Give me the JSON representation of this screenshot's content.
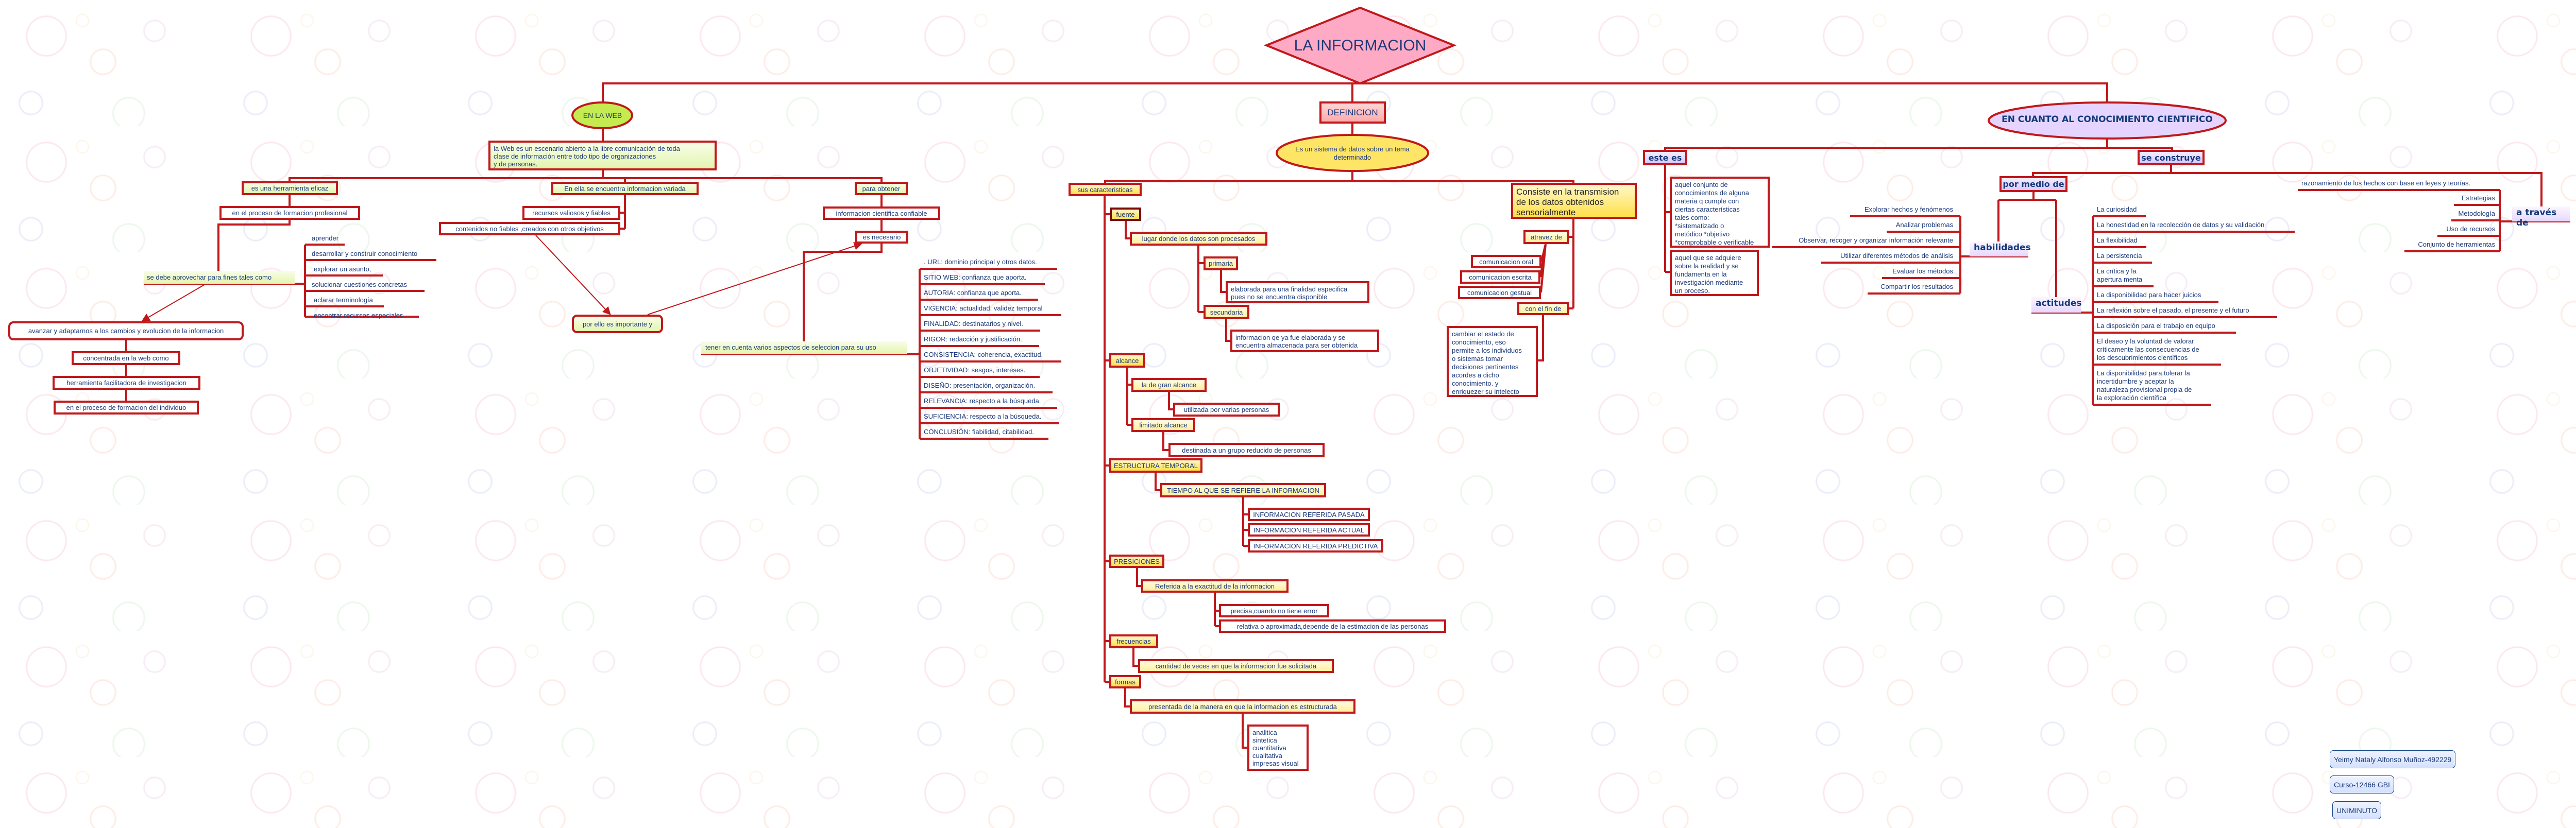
{
  "colors": {
    "connector": "#c0181b",
    "text": "#1c3a7c",
    "root_fill": "#ff9ab8",
    "web_fill": "#b8e830",
    "definition_fill": "#ffd800",
    "science_fill": "#d8c0ff"
  },
  "root": {
    "title": "LA INFORMACION"
  },
  "web": {
    "title": "EN LA WEB",
    "description": " la Web es un escenario abierto a la libre comunicación de toda\nclase de información entre todo tipo de organizaciones\ny de personas.",
    "herramienta": "es una herramienta eficaz",
    "proceso_profesional": "en el proceso de formacion profesional",
    "aprovechar": "se debe aprovechar para fines tales como",
    "fines": [
      "aprender",
      "desarrollar y construir conocimiento",
      "explorar un asunto,",
      "solucionar cuestiones concretas",
      "aclarar terminología",
      "encontrar recursos especiales"
    ],
    "avanzar": "avanzar y adaptarnos a los cambios y evolucion de la informacion",
    "concentrada": "concentrada en la web como",
    "facilitadora": "herramienta facilitadora de investigacion",
    "proceso_individuo": "en el proceso de formacion del individuo",
    "variada": "En ella se encuentra informacion variada",
    "recursos": "recursos valiosos y fiables",
    "no_fiables": "contenidos no fiables ,creados con otros objetivos",
    "por_ello": "por ello es importante y",
    "para_obtener": "para obtener",
    "confiable": "informacion cientifica  confiable",
    "necesario": "es necesario",
    "tener_en_cuenta": "tener en cuenta varios aspectos de seleccion para su uso",
    "criterios": [
      ". URL: dominio principal y otros datos.",
      "SITIO WEB: confianza que aporta.",
      "AUTORIA: confianza que aporta.",
      "VIGENCIA: actualidad, validez temporal",
      "FINALIDAD: destinatarios y nivel.",
      "RIGOR: redacción y justificación.",
      "CONSISTENCIA: coherencia, exactitud.",
      "OBJETIVIDAD: sesgos, intereses.",
      "DISEÑO: presentación, organización.",
      "RELEVANCIA: respecto a la búsqueda.",
      "SUFICIENCIA: respecto a la búsqueda.",
      "CONCLUSIÓN: fiabilidad, citabilidad."
    ]
  },
  "definicion": {
    "title": "DEFINICION",
    "text": "Es un sistema de datos sobre un tema\ndeterminado",
    "caracteristicas": "sus caracteristicas",
    "fuente": "fuente",
    "lugar": "lugar donde los datos son procesados",
    "primaria": "primaria",
    "primaria_desc": "elaborada para una finalidad especifica\npues no se encuentra disponible",
    "secundaria": "secundaria",
    "secundaria_desc": "informacion qe ya fue elaborada y se\nencuentra almacenada para ser obtenida",
    "alcance": "alcance",
    "gran_alcance": "la de gran alcance",
    "gran_desc": "utilizada por varias personas",
    "limitado": "limitado alcance",
    "limitado_desc": "destinada a un grupo reducido de personas",
    "estructura": "ESTRUCTURA TEMPORAL",
    "tiempo": "TIEMPO AL QUE SE REFIERE LA INFORMACION",
    "tiempos": [
      "INFORMACION REFERIDA PASADA",
      "INFORMACION REFERIDA ACTUAL",
      "INFORMACION REFERIDA PREDICTIVA"
    ],
    "presiciones": "PRESICIONES",
    "exactitud": "Referida a la exactitud de la informacion",
    "precisa": "precisa,cuando no tiene error",
    "relativa": "relativa o aproximada,depende de la estimacion de las personas",
    "frecuencias": "frecuencias",
    "cantidad": "cantidad de veces en que la informacion fue solicitada",
    "formas": "formas",
    "presentada": "presentada de la manera en que la informacion es estructurada",
    "tipos_formas": "analitica\nsintetica\ncuantitativa\ncualitativa\nimpresas visual",
    "consiste": "Consiste en la transmision\nde los datos obtenidos\nsensorialmente",
    "atravez": "atravez de",
    "comunicaciones": [
      "comunicacion oral",
      "comunicacion escrita",
      "comunicacion gestual"
    ],
    "fin": "con el fin de",
    "fin_desc": "cambiar el estado de\nconocimiento, eso\npermite a los individuos\no sistemas tomar\ndecisiones pertinentes\nacordes a dicho\nconocimiento. y\nenriquezer su intelecto"
  },
  "cientifico": {
    "title": "EN CUANTO AL CONOCIMIENTO CIENTIFICO",
    "este_es": "este es",
    "def1": " aquel conjunto de\nconocimientos de alguna\nmateria q cumple con\nciertas características\ntales como:\n*sistematizado o\nmetódico *objetivo\n*comprobable o verificable",
    "def2": " aquel que se adquiere\nsobre la realidad y se\nfundamenta en la\ninvestigación mediante\nun proceso.",
    "se_construye": "se construye",
    "por_medio": "por medio de",
    "habilidades": "habilidades",
    "habilidades_items": [
      "Explorar hechos y fenómenos",
      "Analizar problemas",
      "Observar, recoger y organizar información relevante",
      "Utilizar diferentes métodos de análisis",
      "Evaluar los métodos",
      "Compartir los resultados"
    ],
    "actitudes": "actitudes",
    "actitudes_items": [
      "La curiosidad",
      "La honestidad en la recolección de datos y su validación",
      "La flexibilidad",
      "La persistencia",
      "La crítica y la\napertura menta",
      "La disponibilidad para hacer juicios",
      "La reflexión sobre el pasado, el presente y el futuro",
      "La disposición para el trabajo en equipo",
      "El deseo y la voluntad de valorar\ncríticamente las consecuencias de\nlos descubrimientos científicos",
      "La disponibilidad para tolerar la\nincertidumbre y aceptar la\nnaturaleza provisional propia de\nla exploración científica"
    ],
    "a_traves": "a través de",
    "razonamiento": "razonamiento de los hechos con base en leyes y teorías.",
    "a_traves_items": [
      "Estrategias",
      "Metodología",
      "Uso de recursos",
      "Conjunto de herramientas"
    ]
  },
  "authors": [
    "Yeimy Nataly Alfonso Muñoz-492229",
    "Curso-12466 GBI",
    "UNIMINUTO"
  ]
}
